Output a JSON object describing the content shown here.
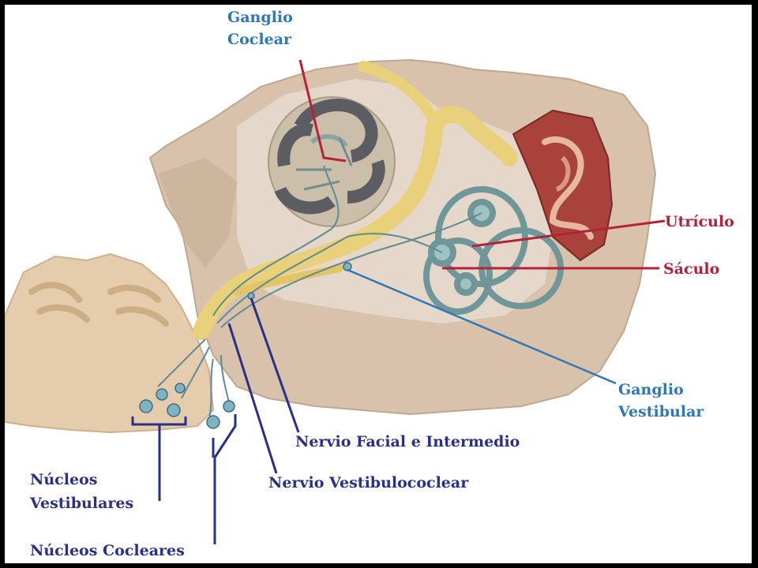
{
  "labels": {
    "ganglio_coclear_1": "Ganglio",
    "ganglio_coclear_2": "Coclear",
    "utriculo": "Utrículo",
    "saculo": "Sáculo",
    "ganglio_vestibular_1": "Ganglio",
    "ganglio_vestibular_2": "Vestibular",
    "nervio_facial": "Nervio Facial e Intermedio",
    "nervio_vestibulococlear": "Nervio Vestibulococlear",
    "nucleos_vestibulares_1": "Núcleos",
    "nucleos_vestibulares_2": "Vestibulares",
    "nucleos_cocleares": "Núcleos Cocleares"
  },
  "colors": {
    "nerve": "#e9d07a",
    "bone": "#d8c2ab",
    "brainstem": "#e4ccad",
    "label_blue": "#2e78b8",
    "label_navy": "#2a2f8a",
    "label_red": "#b5213a",
    "cochlea_canal": "#5c5d63",
    "labyrinth": "#8fb3b3",
    "middle_ear": "#a8423a"
  }
}
